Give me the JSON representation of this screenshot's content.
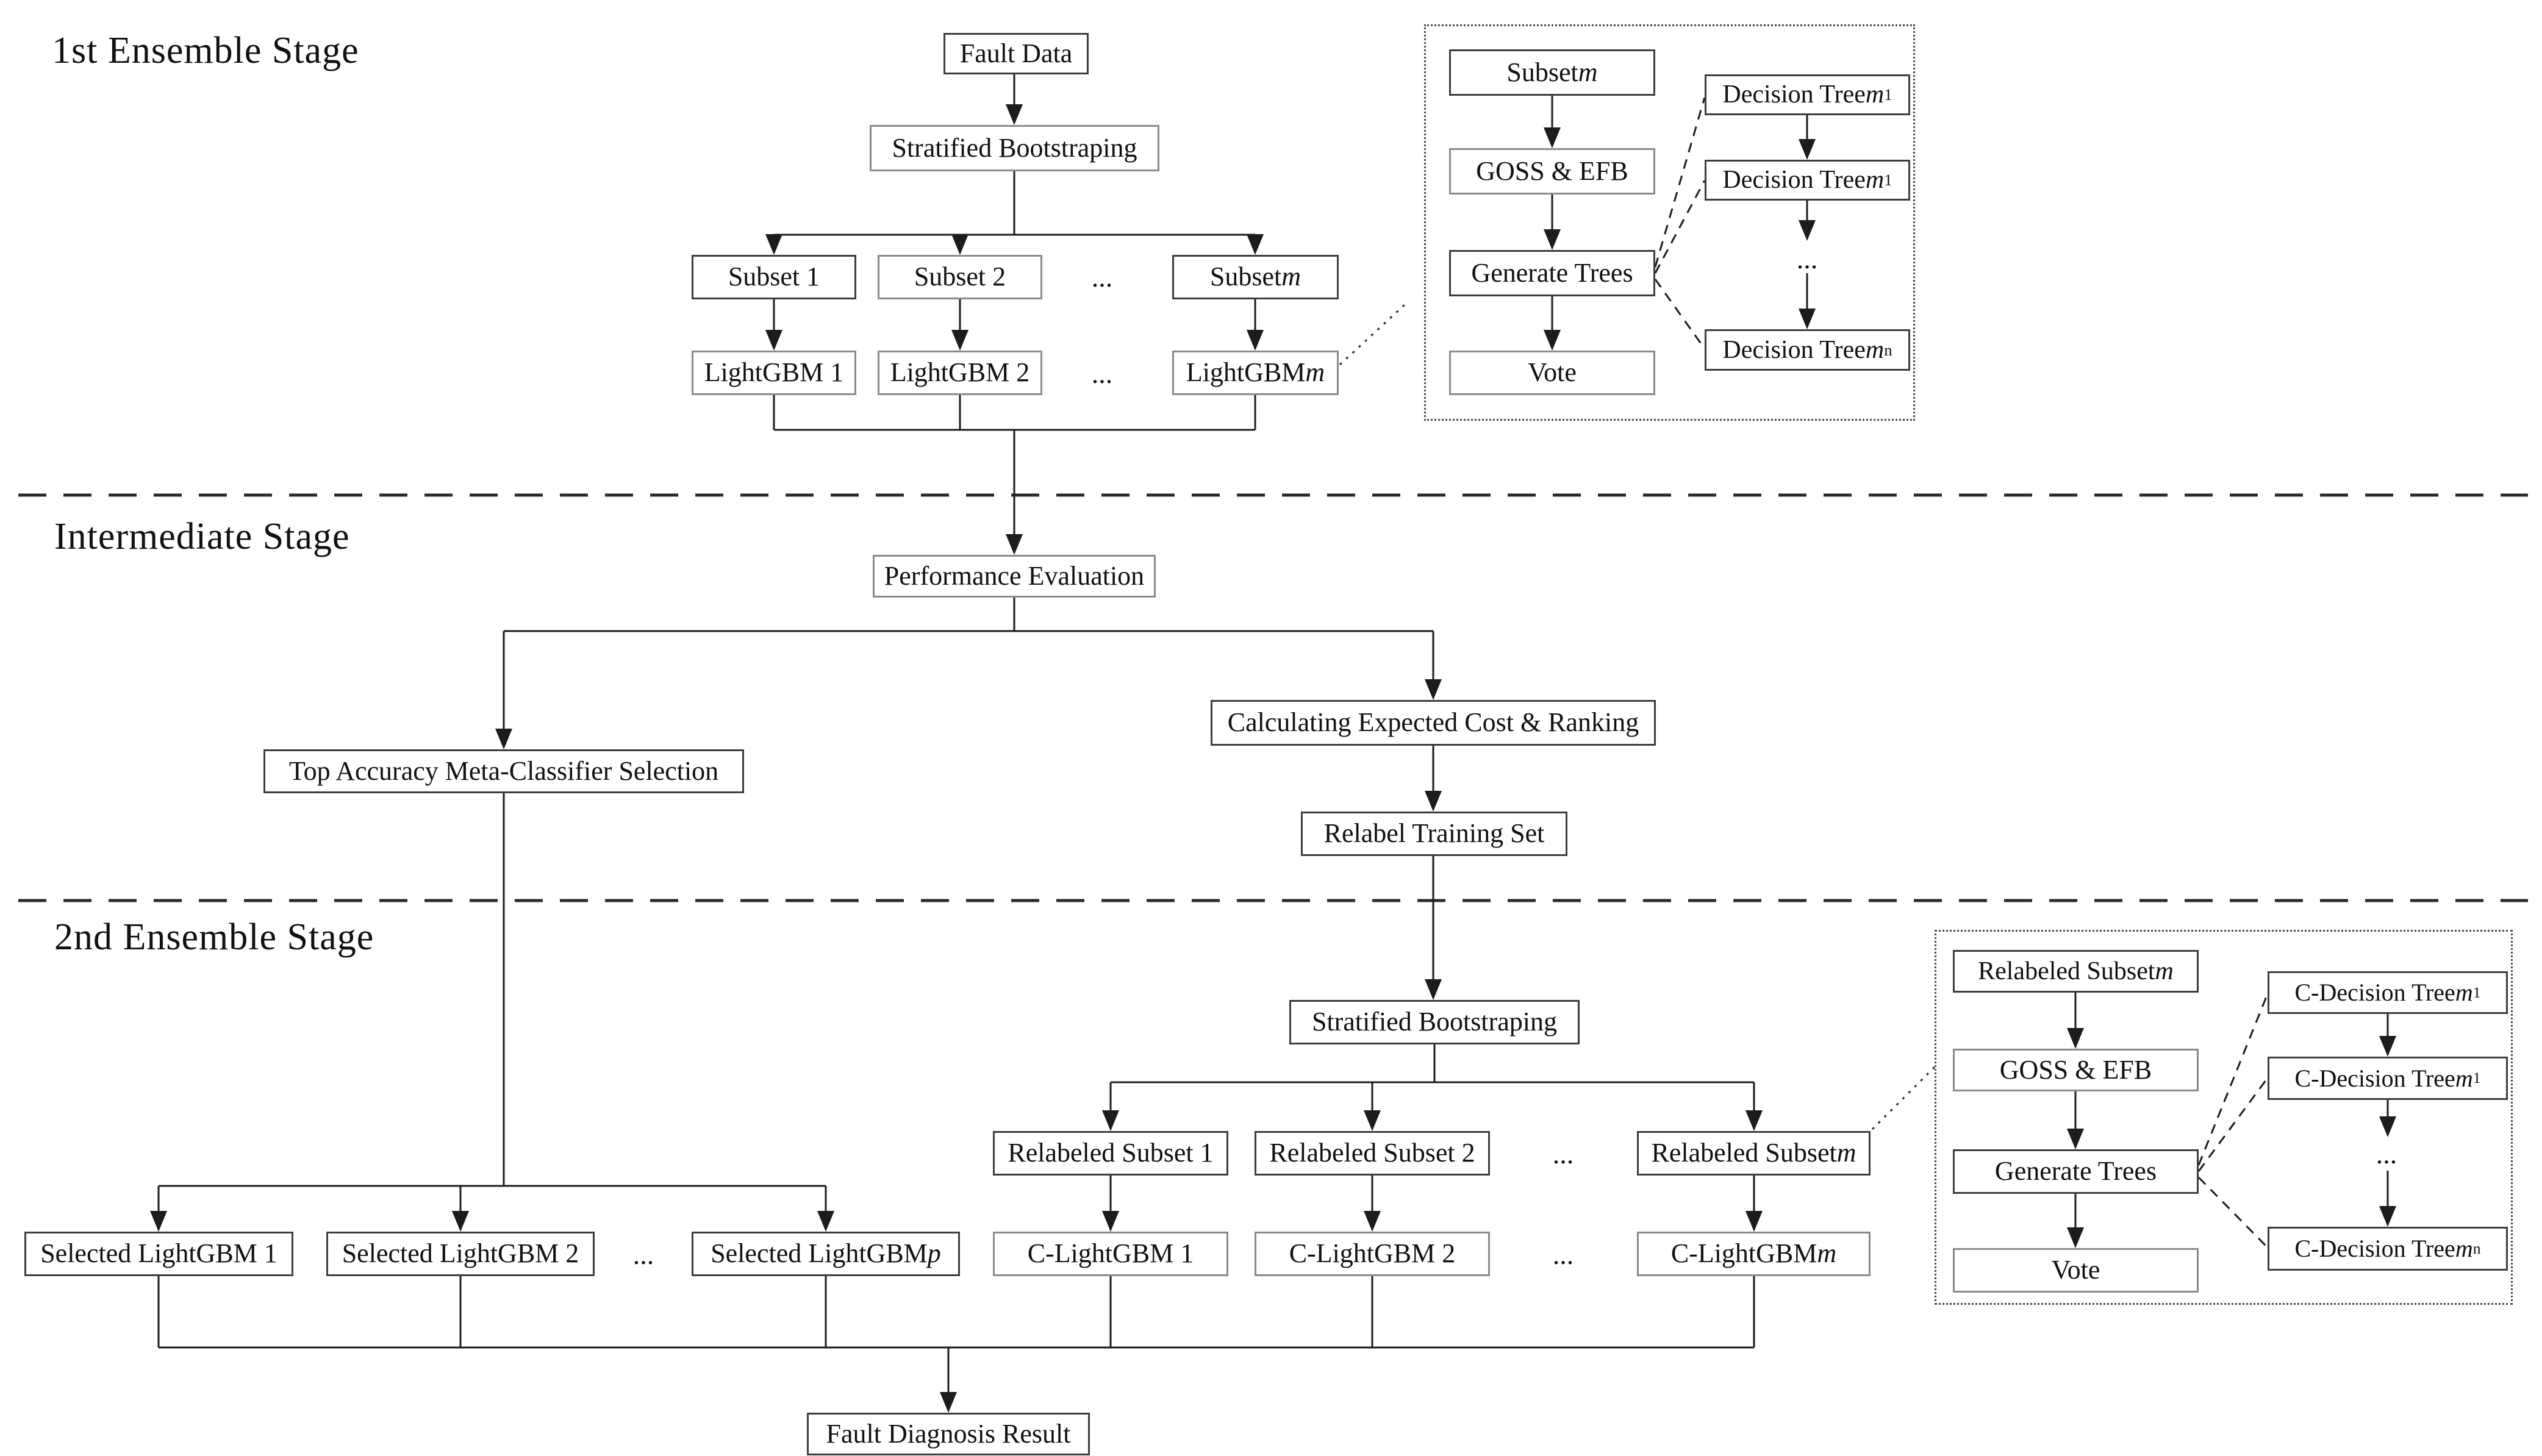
{
  "ellipsis": "...",
  "stage_labels": {
    "stage1": "1st Ensemble Stage",
    "intermediate": "Intermediate Stage",
    "stage2": "2nd Ensemble Stage"
  },
  "stage1": {
    "fault_data": "Fault Data",
    "stratified_bootstrap": "Stratified Bootstraping",
    "subsets": [
      "Subset 1",
      "Subset 2",
      "Subset *m*"
    ],
    "models": [
      "LightGBM 1",
      "LightGBM 2",
      "LightGBM *m*"
    ]
  },
  "intermediate": {
    "performance_evaluation": "Performance Evaluation",
    "top_accuracy_selection": "Top Accuracy Meta-Classifier Selection",
    "calculating_cost": "Calculating Expected Cost & Ranking",
    "relabel_training": "Relabel Training Set"
  },
  "stage2": {
    "stratified_bootstrap": "Stratified Bootstraping",
    "relabeled_subsets": [
      "Relabeled Subset 1",
      "Relabeled Subset 2",
      "Relabeled Subset *m*"
    ],
    "c_models": [
      "C-LightGBM 1",
      "C-LightGBM 2",
      "C-LightGBM *m*"
    ],
    "selected_models": [
      "Selected LightGBM 1",
      "Selected LightGBM 2",
      "Selected LightGBM *p*"
    ],
    "result": "Fault Diagnosis Result"
  },
  "panel1": {
    "subset": "Subset *m*",
    "goss_efb": "GOSS & EFB",
    "generate_trees": "Generate Trees",
    "vote": "Vote",
    "trees": [
      "Decision Tree *m*~1~",
      "Decision Tree *m*~1~",
      "Decision Tree *m*~n~"
    ]
  },
  "panel2": {
    "subset": "Relabeled Subset *m*",
    "goss_efb": "GOSS & EFB",
    "generate_trees": "Generate Trees",
    "vote": "Vote",
    "trees": [
      "C-Decision Tree *m*~1~",
      "C-Decision Tree *m*~1~",
      "C-Decision Tree *m*~n~"
    ]
  },
  "colors": {
    "line": "#1c1c1c",
    "box_border": "#3d3d3d",
    "background": "#ffffff"
  }
}
